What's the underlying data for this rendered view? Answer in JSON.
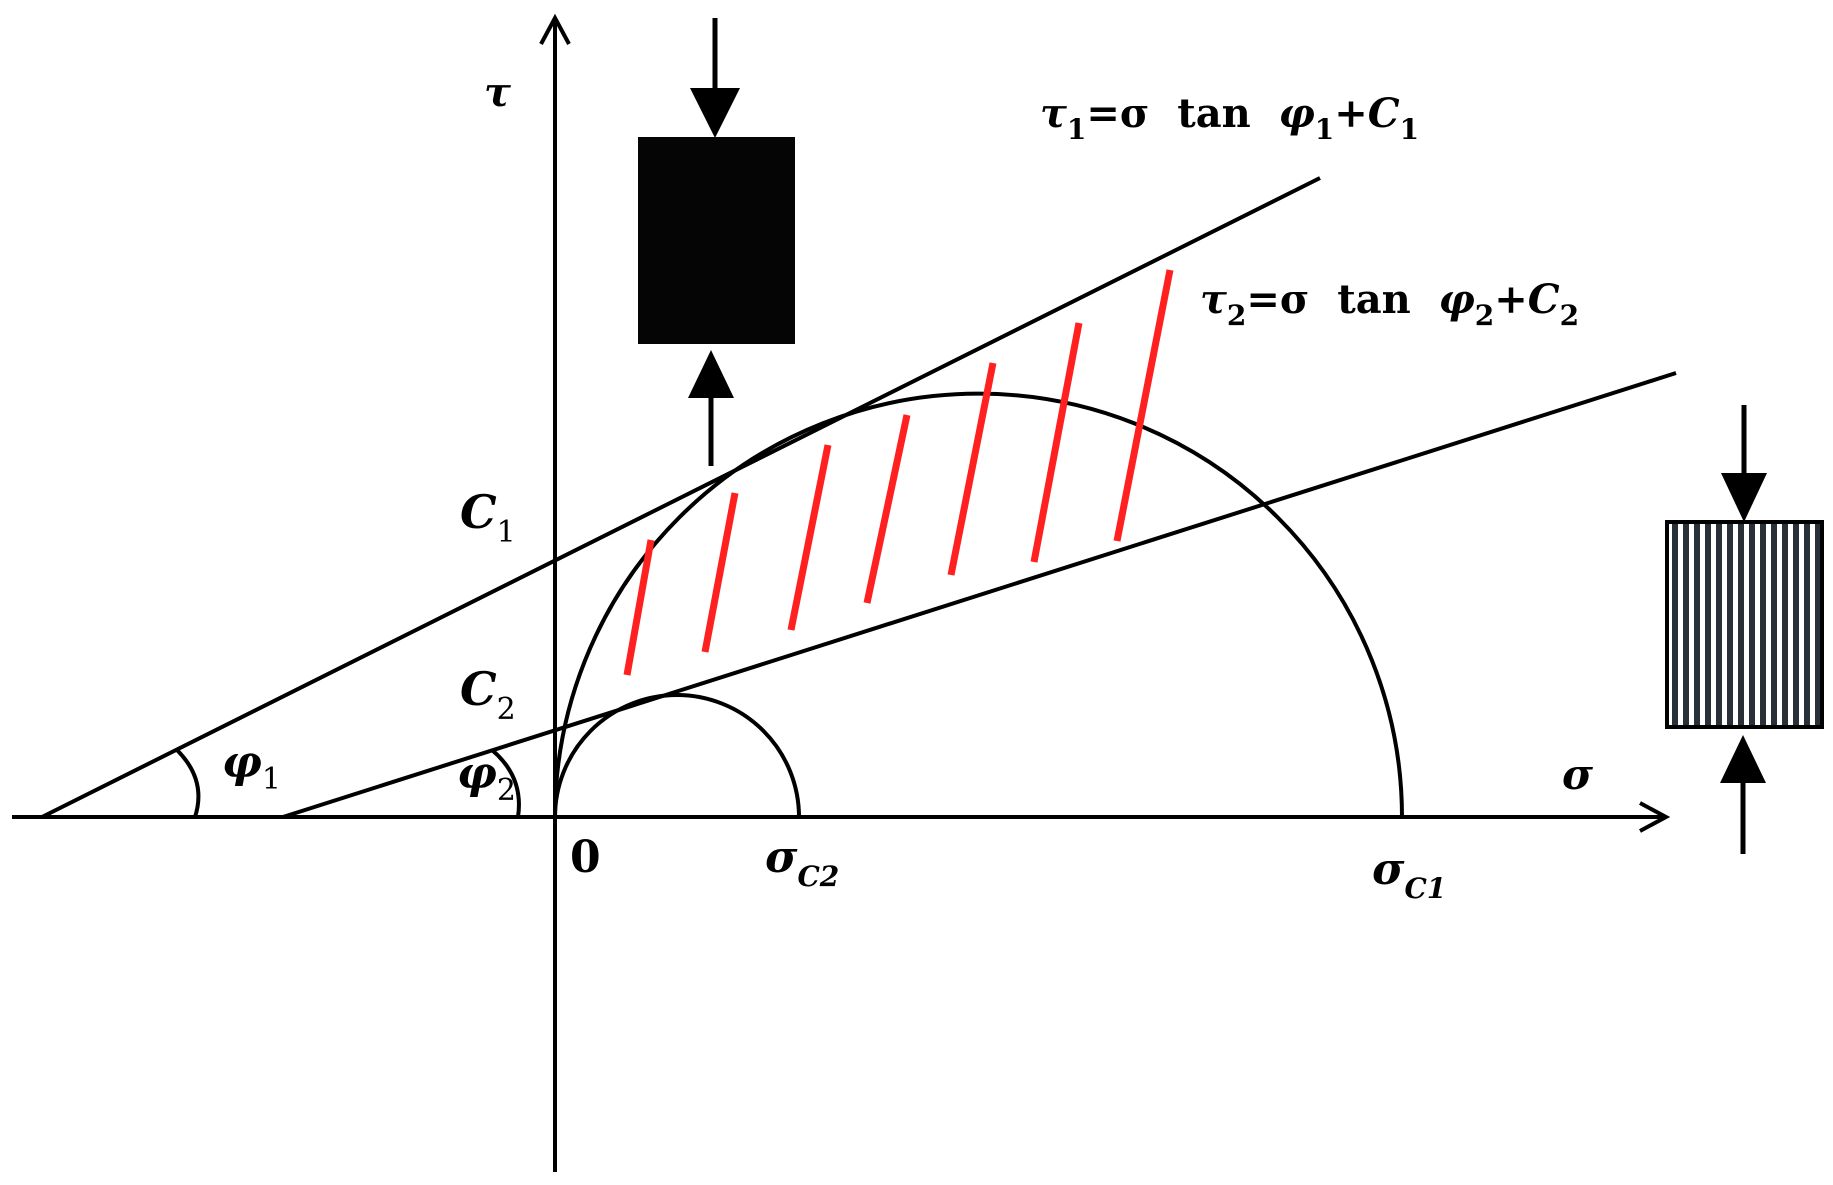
{
  "axes": {
    "tau_label": "τ",
    "sigma_label": "σ",
    "origin_label": "0"
  },
  "intercepts": {
    "c1": {
      "main": "C",
      "sub": "1"
    },
    "c2": {
      "main": "C",
      "sub": "2"
    }
  },
  "angles": {
    "phi1": {
      "main": "φ",
      "sub": "1"
    },
    "phi2": {
      "main": "φ",
      "sub": "2"
    }
  },
  "envelopes": {
    "line1": {
      "t1": "τ",
      "s1": "1",
      "t2": "=σ  tan  ",
      "t3": "φ",
      "s2": "1",
      "t4": "+",
      "t5": "C",
      "s3": "1"
    },
    "line2": {
      "t1": "τ",
      "s1": "2",
      "t2": "=σ  tan  ",
      "t3": "φ",
      "s2": "2",
      "t4": "+",
      "t5": "C",
      "s3": "2"
    }
  },
  "strengths": {
    "sigma_c2": {
      "main": "σ",
      "sub": "C2"
    },
    "sigma_c1": {
      "main": "σ",
      "sub": "C1"
    }
  },
  "colors": {
    "ink": "#000000",
    "hatch": "#ff2020",
    "specimen_solid": "#050505",
    "specimen_stripe_dark": "#2a3038",
    "specimen_stripe_light": "#ffffff"
  }
}
